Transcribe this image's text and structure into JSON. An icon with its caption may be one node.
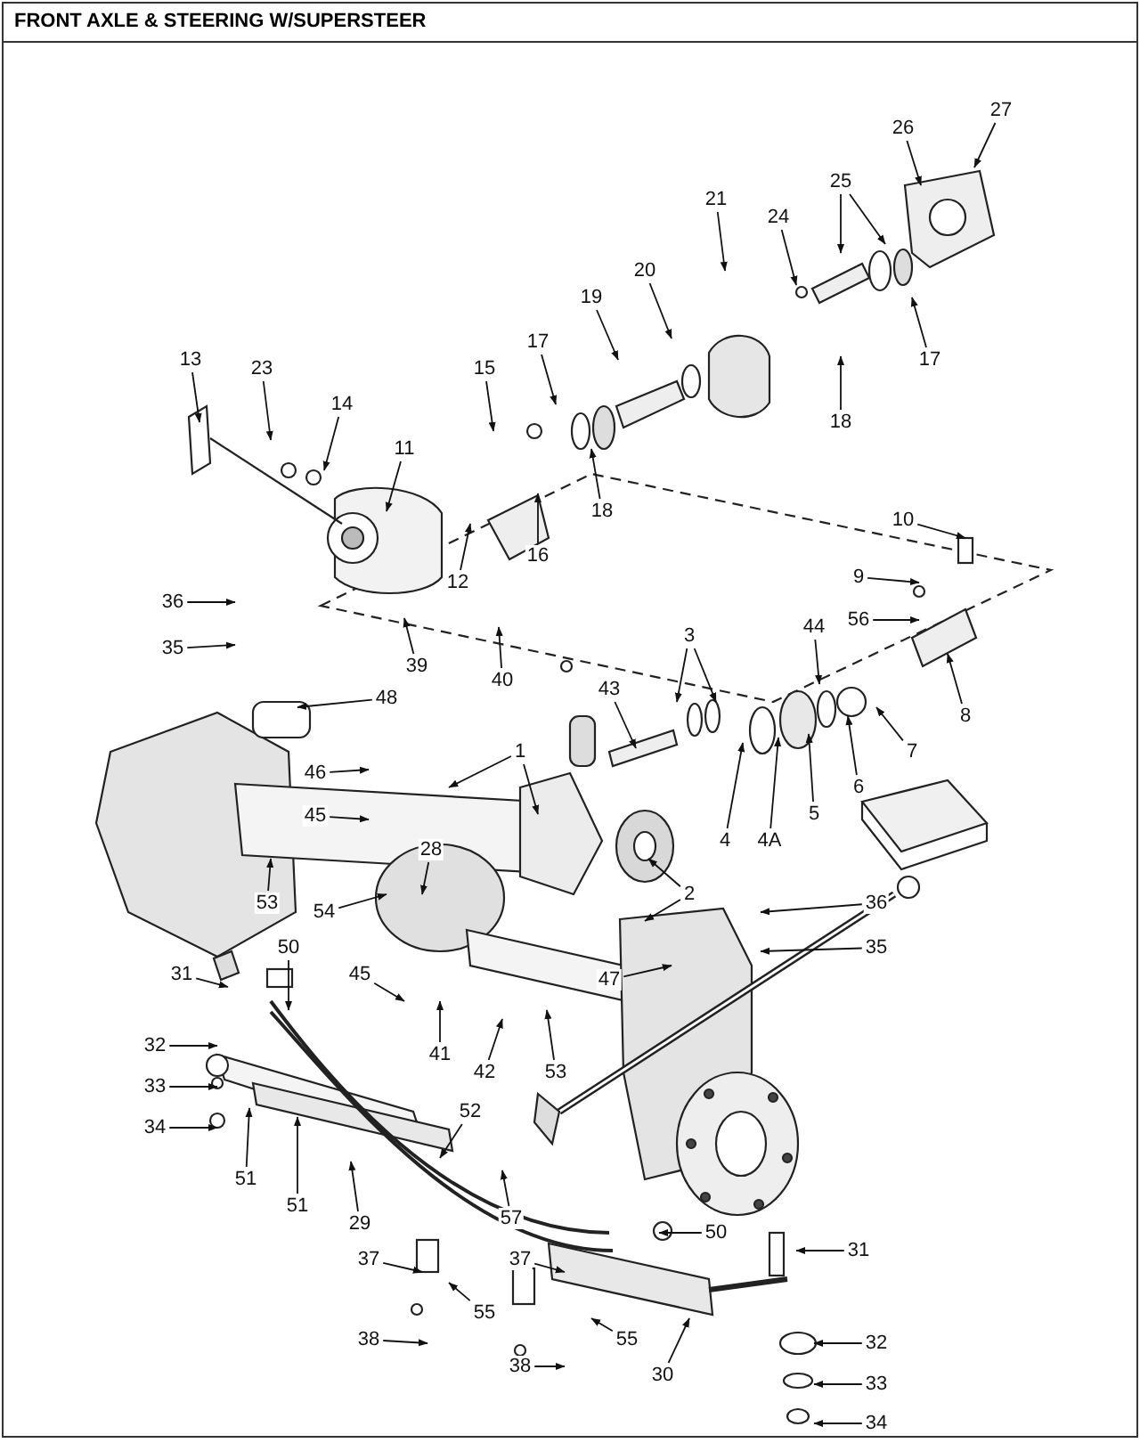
{
  "diagram": {
    "title": "FRONT AXLE & STEERING W/SUPERSTEER",
    "nodes": [
      {
        "text": [
          "27"
        ]
      },
      {
        "text": [
          "26"
        ]
      },
      {
        "text": [
          "25"
        ]
      },
      {
        "text": [
          "24"
        ]
      },
      {
        "text": [
          "21"
        ]
      },
      {
        "text": [
          "20"
        ]
      },
      {
        "text": [
          "19"
        ]
      },
      {
        "text": [
          "17"
        ]
      },
      {
        "text": [
          "17"
        ]
      },
      {
        "text": [
          "15"
        ]
      },
      {
        "text": [
          "13"
        ]
      },
      {
        "text": [
          "23"
        ]
      },
      {
        "text": [
          "18"
        ]
      },
      {
        "text": [
          "14"
        ]
      },
      {
        "text": [
          "11"
        ]
      },
      {
        "text": [
          "18"
        ]
      },
      {
        "text": [
          "16"
        ]
      },
      {
        "text": [
          "10"
        ]
      },
      {
        "text": [
          "12"
        ]
      },
      {
        "text": [
          "9"
        ]
      },
      {
        "text": [
          "36"
        ]
      },
      {
        "text": [
          "56"
        ]
      },
      {
        "text": [
          "44"
        ]
      },
      {
        "text": [
          "3"
        ]
      },
      {
        "text": [
          "35"
        ]
      },
      {
        "text": [
          "39"
        ]
      },
      {
        "text": [
          "40"
        ]
      },
      {
        "text": [
          "43"
        ]
      },
      {
        "text": [
          "8"
        ]
      },
      {
        "text": [
          "48"
        ]
      },
      {
        "text": [
          "7"
        ]
      },
      {
        "text": [
          "1"
        ]
      },
      {
        "text": [
          "46"
        ]
      },
      {
        "text": [
          "6"
        ]
      },
      {
        "text": [
          "5"
        ]
      },
      {
        "text": [
          "45"
        ]
      },
      {
        "text": [
          "4A"
        ]
      },
      {
        "text": [
          "28"
        ]
      },
      {
        "text": [
          "4"
        ]
      },
      {
        "text": [
          "2"
        ]
      },
      {
        "text": [
          "36"
        ]
      },
      {
        "text": [
          "53"
        ]
      },
      {
        "text": [
          "35"
        ]
      },
      {
        "text": [
          "54"
        ]
      },
      {
        "text": [
          "47"
        ]
      },
      {
        "text": [
          "50"
        ]
      },
      {
        "text": [
          "31"
        ]
      },
      {
        "text": [
          "45"
        ]
      },
      {
        "text": [
          "41"
        ]
      },
      {
        "text": [
          "32"
        ]
      },
      {
        "text": [
          "53"
        ]
      },
      {
        "text": [
          "42"
        ]
      },
      {
        "text": [
          "33"
        ]
      },
      {
        "text": [
          "52"
        ]
      },
      {
        "text": [
          "34"
        ]
      },
      {
        "text": [
          "51"
        ]
      },
      {
        "text": [
          "51"
        ]
      },
      {
        "text": [
          "29"
        ]
      },
      {
        "text": [
          "50"
        ]
      },
      {
        "text": [
          "31"
        ]
      },
      {
        "text": [
          "57"
        ]
      },
      {
        "text": [
          "37"
        ]
      },
      {
        "text": [
          "55"
        ]
      },
      {
        "text": [
          "37"
        ]
      },
      {
        "text": [
          "38"
        ]
      },
      {
        "text": [
          "55"
        ]
      },
      {
        "text": [
          "32"
        ]
      },
      {
        "text": [
          "38"
        ]
      },
      {
        "text": [
          "30"
        ]
      },
      {
        "text": [
          "33"
        ]
      },
      {
        "text": [
          "34"
        ]
      }
    ],
    "edges": [
      {
        "from": 0,
        "to": null,
        "arrow": "to"
      },
      {
        "from": 1,
        "to": null,
        "arrow": "to"
      },
      {
        "from": 2,
        "to": null,
        "arrow": "to"
      },
      {
        "from": 2,
        "to": null,
        "arrow": "to"
      },
      {
        "from": 3,
        "to": null,
        "arrow": "to"
      },
      {
        "from": 4,
        "to": null,
        "arrow": "to"
      },
      {
        "from": 5,
        "to": null,
        "arrow": "to"
      },
      {
        "from": 6,
        "to": null,
        "arrow": "to"
      },
      {
        "from": 7,
        "to": null,
        "arrow": "to"
      },
      {
        "from": 8,
        "to": null,
        "arrow": "to"
      },
      {
        "from": 9,
        "to": null,
        "arrow": "to"
      },
      {
        "from": 10,
        "to": null,
        "arrow": "to"
      },
      {
        "from": 11,
        "to": null,
        "arrow": "to"
      },
      {
        "from": 12,
        "to": null,
        "arrow": "to"
      },
      {
        "from": 13,
        "to": null,
        "arrow": "to"
      },
      {
        "from": 14,
        "to": null,
        "arrow": "to"
      },
      {
        "from": 15,
        "to": null,
        "arrow": "to"
      },
      {
        "from": 16,
        "to": null,
        "arrow": "to"
      },
      {
        "from": 17,
        "to": null,
        "arrow": "to"
      },
      {
        "from": 18,
        "to": null,
        "arrow": "to"
      },
      {
        "from": 19,
        "to": null,
        "arrow": "to"
      },
      {
        "from": 20,
        "to": null,
        "arrow": "to"
      },
      {
        "from": 21,
        "to": null,
        "arrow": "to"
      },
      {
        "from": 22,
        "to": null,
        "arrow": "to"
      },
      {
        "from": 23,
        "to": null,
        "arrow": "to"
      },
      {
        "from": 23,
        "to": null,
        "arrow": "to"
      },
      {
        "from": 24,
        "to": null,
        "arrow": "to"
      },
      {
        "from": 25,
        "to": null,
        "arrow": "to"
      },
      {
        "from": 26,
        "to": null,
        "arrow": "to"
      },
      {
        "from": 27,
        "to": null,
        "arrow": "to"
      },
      {
        "from": 28,
        "to": null,
        "arrow": "to"
      },
      {
        "from": 29,
        "to": null,
        "arrow": "to"
      },
      {
        "from": 30,
        "to": null,
        "arrow": "to"
      },
      {
        "from": 31,
        "to": null,
        "arrow": "to"
      },
      {
        "from": 31,
        "to": null,
        "arrow": "to"
      },
      {
        "from": 32,
        "to": null,
        "arrow": "to"
      },
      {
        "from": 33,
        "to": null,
        "arrow": "to"
      },
      {
        "from": 34,
        "to": null,
        "arrow": "to"
      },
      {
        "from": 35,
        "to": null,
        "arrow": "to"
      },
      {
        "from": 36,
        "to": null,
        "arrow": "to"
      },
      {
        "from": 37,
        "to": null,
        "arrow": "to"
      },
      {
        "from": 38,
        "to": null,
        "arrow": "to"
      },
      {
        "from": 39,
        "to": null,
        "arrow": "to"
      },
      {
        "from": 39,
        "to": null,
        "arrow": "to"
      },
      {
        "from": 40,
        "to": null,
        "arrow": "to"
      },
      {
        "from": 41,
        "to": null,
        "arrow": "to"
      },
      {
        "from": 42,
        "to": null,
        "arrow": "to"
      },
      {
        "from": 43,
        "to": null,
        "arrow": "to"
      },
      {
        "from": 44,
        "to": null,
        "arrow": "to"
      },
      {
        "from": 45,
        "to": null,
        "arrow": "to"
      },
      {
        "from": 46,
        "to": null,
        "arrow": "to"
      },
      {
        "from": 47,
        "to": null,
        "arrow": "to"
      },
      {
        "from": 48,
        "to": null,
        "arrow": "to"
      },
      {
        "from": 49,
        "to": null,
        "arrow": "to"
      },
      {
        "from": 50,
        "to": null,
        "arrow": "to"
      },
      {
        "from": 51,
        "to": null,
        "arrow": "to"
      },
      {
        "from": 52,
        "to": null,
        "arrow": "to"
      },
      {
        "from": 53,
        "to": null,
        "arrow": "to"
      },
      {
        "from": 54,
        "to": null,
        "arrow": "to"
      },
      {
        "from": 55,
        "to": null,
        "arrow": "to"
      },
      {
        "from": 56,
        "to": null,
        "arrow": "to"
      },
      {
        "from": 57,
        "to": null,
        "arrow": "to"
      },
      {
        "from": 58,
        "to": null,
        "arrow": "to"
      },
      {
        "from": 59,
        "to": null,
        "arrow": "to"
      },
      {
        "from": 60,
        "to": null,
        "arrow": "to"
      },
      {
        "from": 61,
        "to": null,
        "arrow": "to"
      },
      {
        "from": 62,
        "to": null,
        "arrow": "to"
      },
      {
        "from": 63,
        "to": null,
        "arrow": "to"
      },
      {
        "from": 64,
        "to": null,
        "arrow": "to"
      },
      {
        "from": 65,
        "to": null,
        "arrow": "to"
      },
      {
        "from": 66,
        "to": null,
        "arrow": "to"
      },
      {
        "from": 67,
        "to": null,
        "arrow": "to"
      },
      {
        "from": 68,
        "to": null,
        "arrow": "to"
      },
      {
        "from": 69,
        "to": null,
        "arrow": "to"
      },
      {
        "from": 70,
        "to": null,
        "arrow": "to"
      }
    ]
  }
}
